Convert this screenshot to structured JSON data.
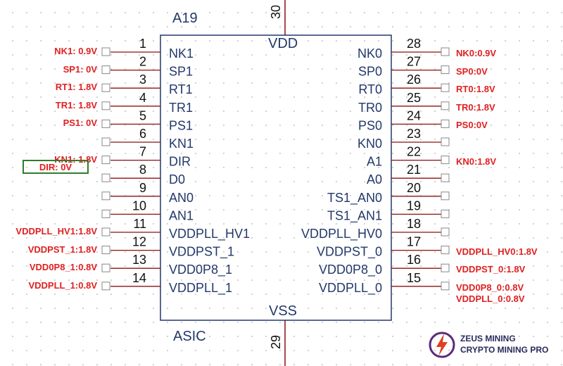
{
  "component": {
    "designator": "A19",
    "type": "ASIC",
    "top_power": "VDD",
    "bottom_ground": "VSS",
    "top_pin_number": "30",
    "bottom_pin_number": "29"
  },
  "left_pins": [
    {
      "num": "1",
      "name": "NK1",
      "label": "NK1:  0.9V"
    },
    {
      "num": "2",
      "name": "SP1",
      "label": "SP1:  0V"
    },
    {
      "num": "3",
      "name": "RT1",
      "label": "RT1:  1.8V"
    },
    {
      "num": "4",
      "name": "TR1",
      "label": "TR1:  1.8V"
    },
    {
      "num": "5",
      "name": "PS1",
      "label": "PS1:  0V"
    },
    {
      "num": "6",
      "name": "KN1",
      "label": ""
    },
    {
      "num": "7",
      "name": "DIR",
      "label": "KN1:  1.8V"
    },
    {
      "num": "8",
      "name": "D0",
      "label": ""
    },
    {
      "num": "9",
      "name": "AN0",
      "label": ""
    },
    {
      "num": "10",
      "name": "AN1",
      "label": ""
    },
    {
      "num": "11",
      "name": "VDDPLL_HV1",
      "label": "VDDPLL_HV1:1.8V"
    },
    {
      "num": "12",
      "name": "VDDPST_1",
      "label": "VDDPST_1:1.8V"
    },
    {
      "num": "13",
      "name": "VDD0P8_1",
      "label": "VDD0P8_1:0.8V"
    },
    {
      "num": "14",
      "name": "VDDPLL_1",
      "label": "VDDPLL_1:0.8V"
    }
  ],
  "right_pins": [
    {
      "num": "28",
      "name": "NK0",
      "label": "NK0:0.9V"
    },
    {
      "num": "27",
      "name": "SP0",
      "label": "SP0:0V"
    },
    {
      "num": "26",
      "name": "RT0",
      "label": "RT0:1.8V"
    },
    {
      "num": "25",
      "name": "TR0",
      "label": "TR0:1.8V"
    },
    {
      "num": "24",
      "name": "PS0",
      "label": "PS0:0V"
    },
    {
      "num": "23",
      "name": "KN0",
      "label": ""
    },
    {
      "num": "22",
      "name": "A1",
      "label": "KN0:1.8V"
    },
    {
      "num": "21",
      "name": "A0",
      "label": ""
    },
    {
      "num": "20",
      "name": "TS1_AN0",
      "label": ""
    },
    {
      "num": "19",
      "name": "TS1_AN1",
      "label": ""
    },
    {
      "num": "18",
      "name": "VDDPLL_HV0",
      "label": ""
    },
    {
      "num": "17",
      "name": "VDDPST_0",
      "label": "VDDPLL_HV0:1.8V"
    },
    {
      "num": "16",
      "name": "VDD0P8_0",
      "label": "VDDPST_0:1.8V"
    },
    {
      "num": "15",
      "name": "VDDPLL_0",
      "label": "VDD0P8_0:0.8V"
    }
  ],
  "extra_right_label": "VDDPLL_0:0.8V",
  "dir_label": "DIR:  0V",
  "logo": {
    "line1": "ZEUS MINING",
    "line2": "CRYPTO MINING PRO"
  },
  "colors": {
    "label": "#e01f1f",
    "pin_line": "#8b1010",
    "box": "#22386a",
    "dir_box": "#2e7d2e"
  }
}
